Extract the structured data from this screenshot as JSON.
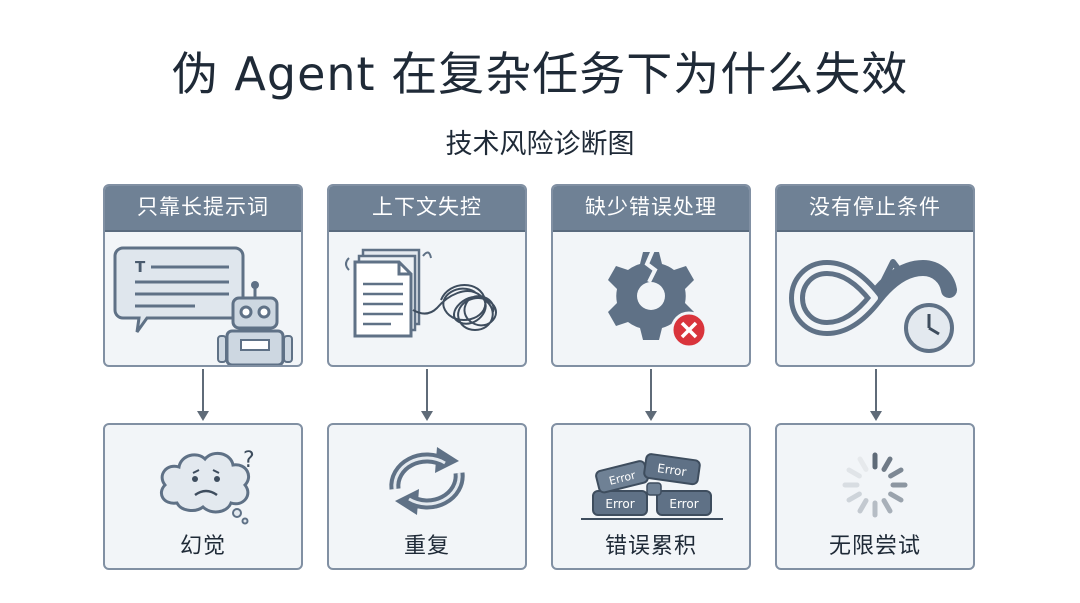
{
  "title": "伪 Agent 在复杂任务下为什么失效",
  "subtitle": "技术风险诊断图",
  "causes": [
    {
      "label": "只靠长提示词",
      "icon": "chat-bubble-robot-icon"
    },
    {
      "label": "上下文失控",
      "icon": "documents-tangle-icon"
    },
    {
      "label": "缺少错误处理",
      "icon": "broken-gear-error-icon"
    },
    {
      "label": "没有停止条件",
      "icon": "infinite-loop-clock-icon"
    }
  ],
  "effects": [
    {
      "label": "幻觉",
      "icon": "confused-cloud-icon"
    },
    {
      "label": "重复",
      "icon": "repeat-arrows-icon"
    },
    {
      "label": "错误累积",
      "icon": "error-pile-icon"
    },
    {
      "label": "无限尝试",
      "icon": "loading-spinner-icon"
    }
  ],
  "error_tag": "Error",
  "colors": {
    "header": "#6f8195",
    "border": "#8190a3",
    "card_bg": "#f2f5f8",
    "icon": "#5f7186",
    "error_red": "#d9343c"
  }
}
